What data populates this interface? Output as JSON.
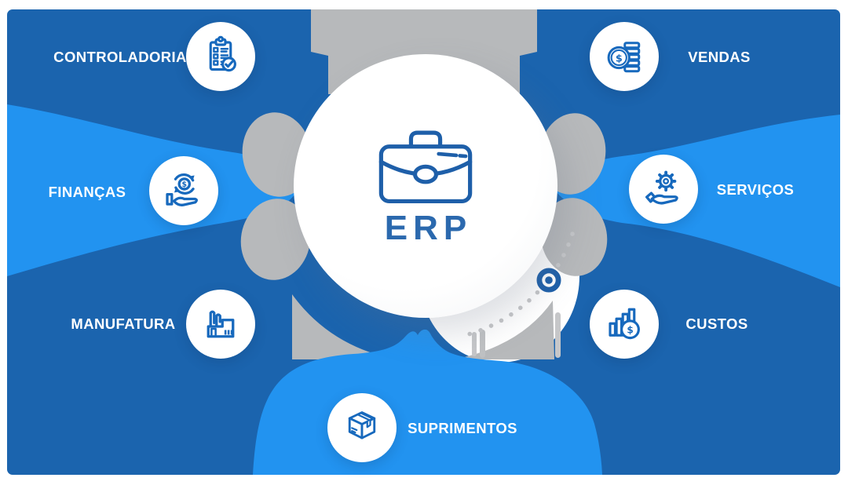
{
  "diagram": {
    "center": {
      "title": "ERP",
      "icon": "briefcase-icon"
    },
    "modules": [
      {
        "id": "controladoria",
        "label": "CONTROLADORIA",
        "icon": "clipboard-check-icon",
        "position": "top-left"
      },
      {
        "id": "vendas",
        "label": "VENDAS",
        "icon": "coins-stack-icon",
        "position": "top-right"
      },
      {
        "id": "financas",
        "label": "FINANÇAS",
        "icon": "money-cycle-hand-icon",
        "position": "middle-left"
      },
      {
        "id": "servicos",
        "label": "SERVIÇOS",
        "icon": "gear-hand-icon",
        "position": "middle-right"
      },
      {
        "id": "manufatura",
        "label": "MANUFATURA",
        "icon": "factory-icon",
        "position": "bottom-left"
      },
      {
        "id": "custos",
        "label": "CUSTOS",
        "icon": "chart-dollar-icon",
        "position": "bottom-right"
      },
      {
        "id": "suprimentos",
        "label": "SUPRIMENTOS",
        "icon": "package-box-icon",
        "position": "bottom-center"
      }
    ],
    "colors": {
      "background_dark_blue": "#1b64ae",
      "wave_light_blue": "#2293f0",
      "gear_gray": "#b7b9bb",
      "icon_blue": "#1769bd",
      "erp_text_blue": "#2b69ae",
      "label_white": "#ffffff"
    }
  }
}
